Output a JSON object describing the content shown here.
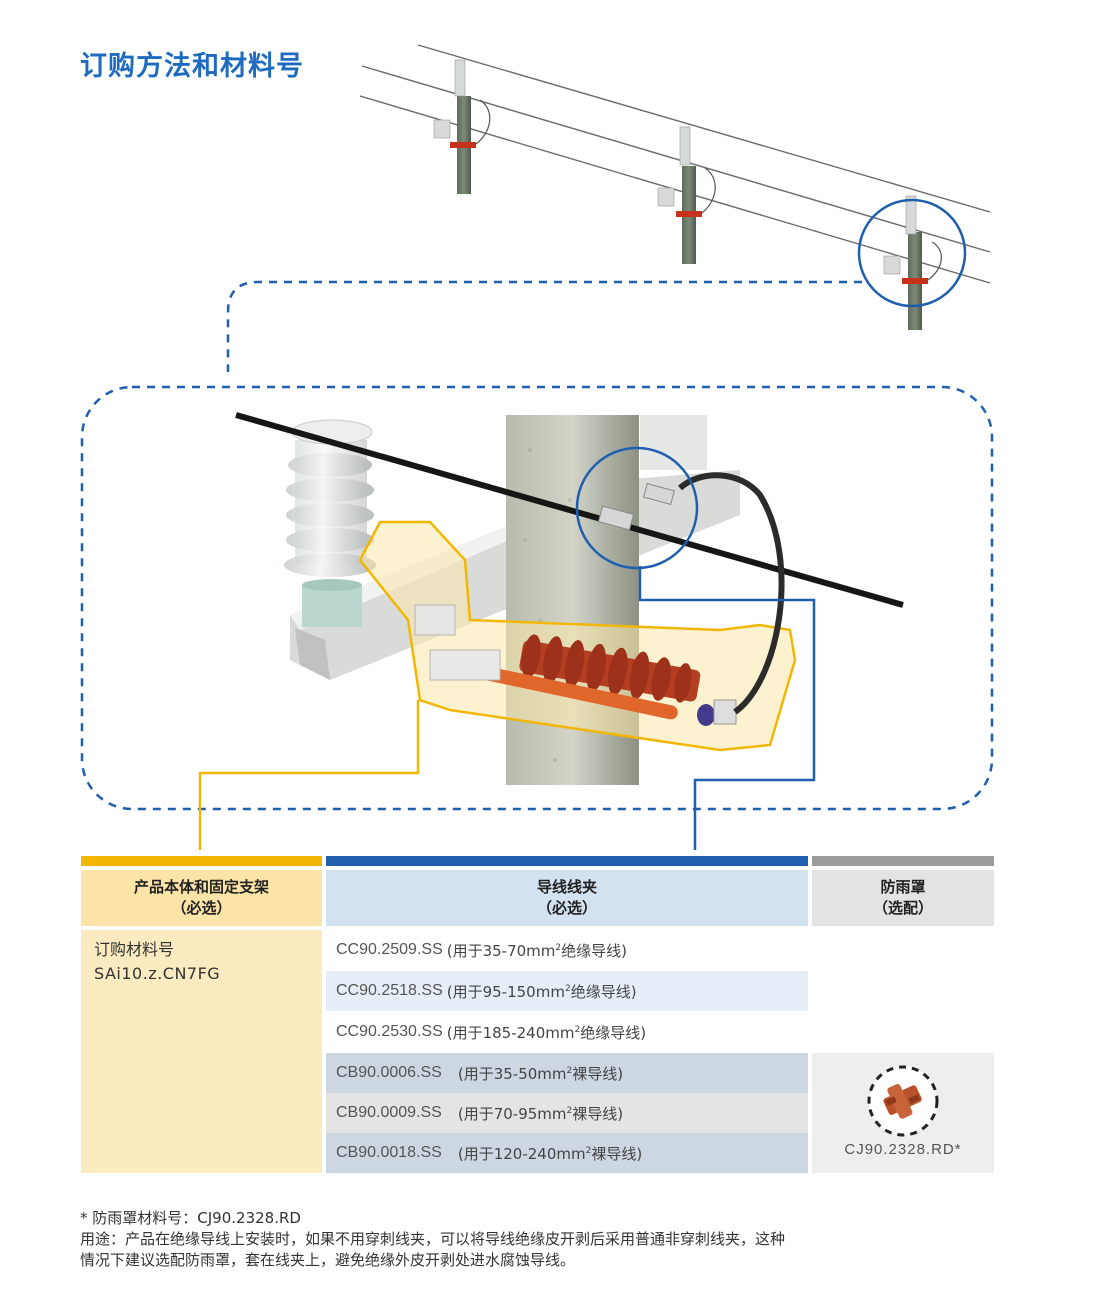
{
  "title": "订购方法和材料号",
  "table": {
    "columns": [
      {
        "name": "产品本体和固定支架",
        "note": "（必选）",
        "bar_color": "#f2b705",
        "bg_color": "#fce4a8"
      },
      {
        "name": "导线线夹",
        "note": "（必选）",
        "bar_color": "#1f5fad",
        "bg_color": "#d3e2f1"
      },
      {
        "name": "防雨罩",
        "note": "（选配）",
        "bar_color": "#9b9b9b",
        "bg_color": "#e3e3e3"
      }
    ],
    "product": {
      "order_label": "订购材料号",
      "order_number": "SAi10.z.CN7FG"
    },
    "clamps": [
      {
        "code": "CC90.2509.SS",
        "desc_pre": "(用于35-70mm",
        "sup": "2",
        "desc_post": "绝缘导线)"
      },
      {
        "code": "CC90.2518.SS",
        "desc_pre": "(用于95-150mm",
        "sup": "2",
        "desc_post": "绝缘导线)"
      },
      {
        "code": "CC90.2530.SS",
        "desc_pre": "(用于185-240mm",
        "sup": "2",
        "desc_post": "绝缘导线)"
      },
      {
        "code": "CB90.0006.SS",
        "desc_pre": "(用于35-50mm",
        "sup": "2",
        "desc_post": "裸导线)"
      },
      {
        "code": "CB90.0009.SS",
        "desc_pre": "(用于70-95mm",
        "sup": "2",
        "desc_post": "裸导线)"
      },
      {
        "code": "CB90.0018.SS",
        "desc_pre": "(用于120-240mm",
        "sup": "2",
        "desc_post": "裸导线)"
      }
    ],
    "rain_cover": {
      "code": "CJ90.2328.RD*",
      "icon": "rain-cover-product-image"
    }
  },
  "footnote": {
    "line1": "* 防雨罩材料号：CJ90.2328.RD",
    "line2": "用途：产品在绝缘导线上安装时，如果不用穿刺线夹，可以将导线绝缘皮开剥后采用普通非穿刺线夹，这种",
    "line3": "情况下建议选配防雨罩，套在线夹上，避免绝缘外皮开剥处进水腐蚀导线。"
  },
  "colors": {
    "title": "#1f6bc0",
    "dashed_outline": "#1f5fad",
    "product_callout": "#f2b705",
    "clamp_callout": "#1f5fad",
    "insulator_red": "#a33a1f",
    "pole": "#8e9484"
  }
}
